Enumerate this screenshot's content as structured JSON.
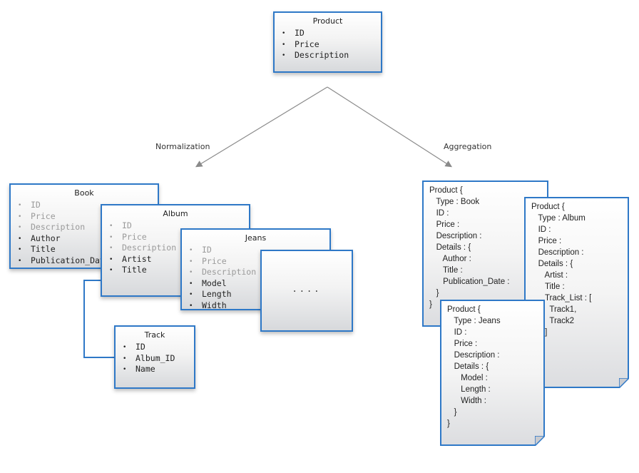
{
  "product": {
    "title": "Product",
    "fields": [
      "ID",
      "Price",
      "Description"
    ]
  },
  "labels": {
    "normalization": "Normalization",
    "aggregation": "Aggregation"
  },
  "book": {
    "title": "Book",
    "inherited": [
      "ID",
      "Price",
      "Description"
    ],
    "own": [
      "Author",
      "Title",
      "Publication_Date"
    ]
  },
  "album": {
    "title": "Album",
    "inherited": [
      "ID",
      "Price",
      "Description"
    ],
    "own": [
      "Artist",
      "Title"
    ]
  },
  "jeans": {
    "title": "Jeans",
    "inherited": [
      "ID",
      "Price",
      "Description"
    ],
    "own": [
      "Model",
      "Length",
      "Width"
    ]
  },
  "more": {
    "text": "...."
  },
  "track": {
    "title": "Track",
    "fields": [
      "ID",
      "Album_ID",
      "Name"
    ]
  },
  "docs": {
    "book": "Product {\n   Type : Book\n   ID :\n   Price :\n   Description :\n   Details : {\n      Author :\n      Title :\n      Publication_Date :\n   }\n}",
    "album": "Product {\n   Type : Album\n   ID :\n   Price :\n   Description :\n   Details : {\n      Artist :\n      Title :\n      Track_List : [\n        Track1,\n        Track2\n      ]\n   }\n}",
    "jeans": "Product {\n   Type : Jeans\n   ID :\n   Price :\n   Description :\n   Details : {\n      Model :\n      Length :\n      Width :\n   }\n}"
  },
  "colors": {
    "border": "#2e78c7",
    "arrow": "#8a8a8a",
    "inherited_text": "#9a9a9a"
  }
}
